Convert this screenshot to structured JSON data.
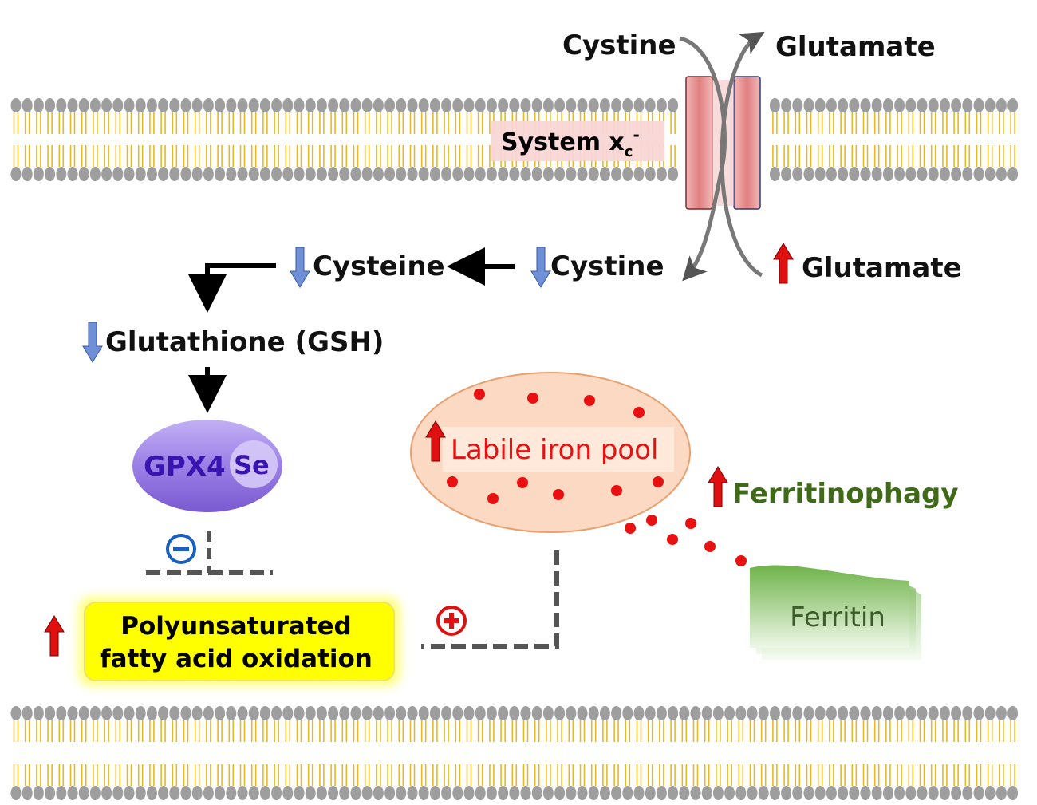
{
  "labels": {
    "cystine_out": "Cystine",
    "glutamate_out": "Glutamate",
    "system_xc_main": "System x",
    "system_xc_sub": "c",
    "system_xc_sup": "-",
    "cystine_in": "Cystine",
    "glutamate_in": "Glutamate",
    "cysteine": "Cysteine",
    "gsh": "Glutathione (GSH)",
    "gpx4": "GPX4",
    "se": "Se",
    "lip_line1": "Polyunsaturated",
    "lip_line2": "fatty acid oxidation",
    "labile_iron": "Labile iron pool",
    "ferritinophagy": "Ferritinophagy",
    "ferritin": "Ferritin"
  },
  "colors": {
    "membrane_head": "#9e9e9e",
    "membrane_tail": "#e8b820",
    "increase_arrow": "#e01010",
    "decrease_arrow": "#6f8fd6",
    "gpx4_fill": "#9b7fe6",
    "gpx4_text": "#3a14b0",
    "iron_pool_fill": "#fbd9c2",
    "iron_dot": "#e81010",
    "iron_text": "#e81010",
    "ferritinophagy_text": "#3f6a18",
    "ferritin_fill": "#7fbf5a",
    "lipid_box_fill": "#ffff00",
    "inhibit_symbol": "#1a5fbf",
    "activate_symbol": "#e01010"
  },
  "icons": {
    "inhibit": "minus-circle-icon",
    "activate": "plus-circle-icon"
  }
}
